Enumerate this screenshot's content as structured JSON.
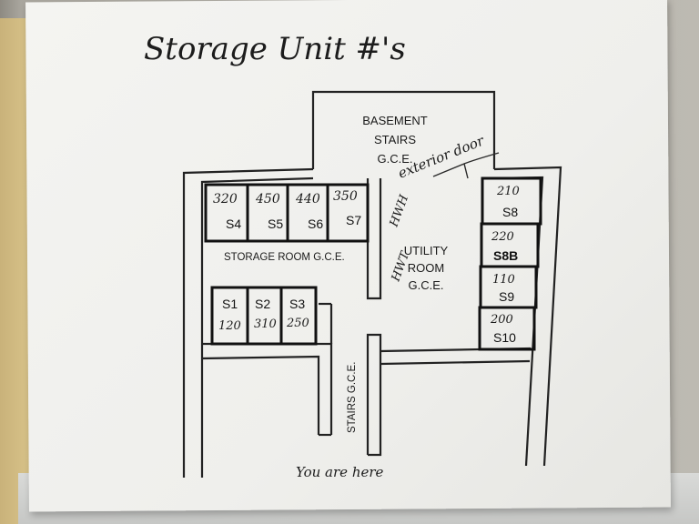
{
  "header": {
    "title": "Storage Unit #'s"
  },
  "areas": {
    "basement_stairs": [
      "BASEMENT",
      "STAIRS",
      "G.C.E."
    ],
    "storage_room": "STORAGE ROOM G.C.E.",
    "utility_room": [
      "UTILITY",
      "ROOM",
      "G.C.E."
    ],
    "stairs": "STAIRS G.C.E.",
    "exterior_door": "exterior door",
    "hwh": "HWH",
    "hwt": "HWT",
    "you_are_here": "You are here"
  },
  "units": {
    "top_row": [
      {
        "number": "320",
        "id": "S4"
      },
      {
        "number": "450",
        "id": "S5"
      },
      {
        "number": "440",
        "id": "S6"
      },
      {
        "number": "350",
        "id": "S7"
      }
    ],
    "bottom_row": [
      {
        "id": "S1",
        "number": "120"
      },
      {
        "id": "S2",
        "number": "310"
      },
      {
        "id": "S3",
        "number": "250"
      }
    ],
    "right_column": [
      {
        "number": "210",
        "id": "S8"
      },
      {
        "number": "220",
        "id": "S8B"
      },
      {
        "number": "110",
        "id": "S9"
      },
      {
        "number": "200",
        "id": "S10"
      }
    ]
  },
  "colors": {
    "paper": "#f2f2ef",
    "ink": "#1a1a1a",
    "backing": "#e3cf94"
  }
}
